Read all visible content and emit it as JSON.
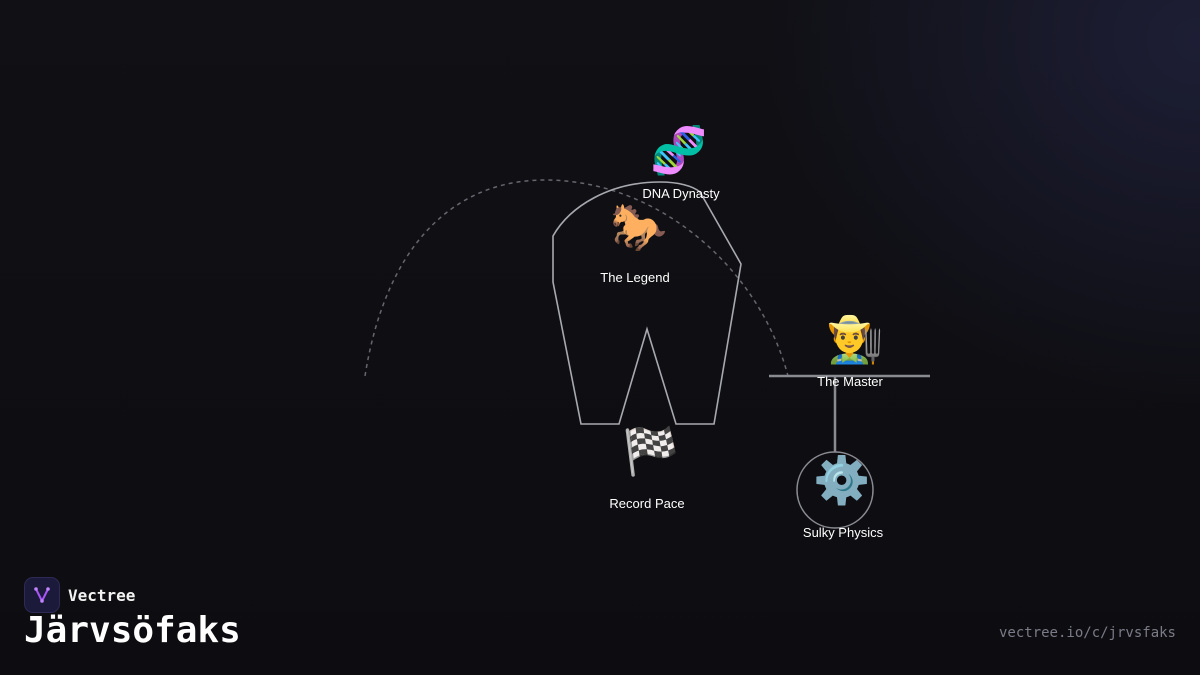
{
  "diagram": {
    "nodes": [
      {
        "id": "dna",
        "icon": "dna-icon",
        "emoji": "🧬",
        "label": "DNA Dynasty"
      },
      {
        "id": "legend",
        "icon": "horse-icon",
        "emoji": "🐎",
        "label": "The Legend"
      },
      {
        "id": "master",
        "icon": "farmer-icon",
        "emoji": "👨‍🌾",
        "label": "The Master"
      },
      {
        "id": "record",
        "icon": "checkered-flag-icon",
        "emoji": "🏁",
        "label": "Record Pace"
      },
      {
        "id": "physics",
        "icon": "gear-icon",
        "emoji": "⚙️",
        "label": "Sulky Physics"
      }
    ]
  },
  "brand": {
    "name": "Vectree",
    "logo_icon": "vectree-logo-icon",
    "accent": "#a855f7"
  },
  "page": {
    "title": "Järvsöfaks",
    "url": "vectree.io/c/jrvsfaks"
  },
  "colors": {
    "background": "#0f0f13",
    "line": "#9a9aa2",
    "dashed": "#66666e"
  }
}
